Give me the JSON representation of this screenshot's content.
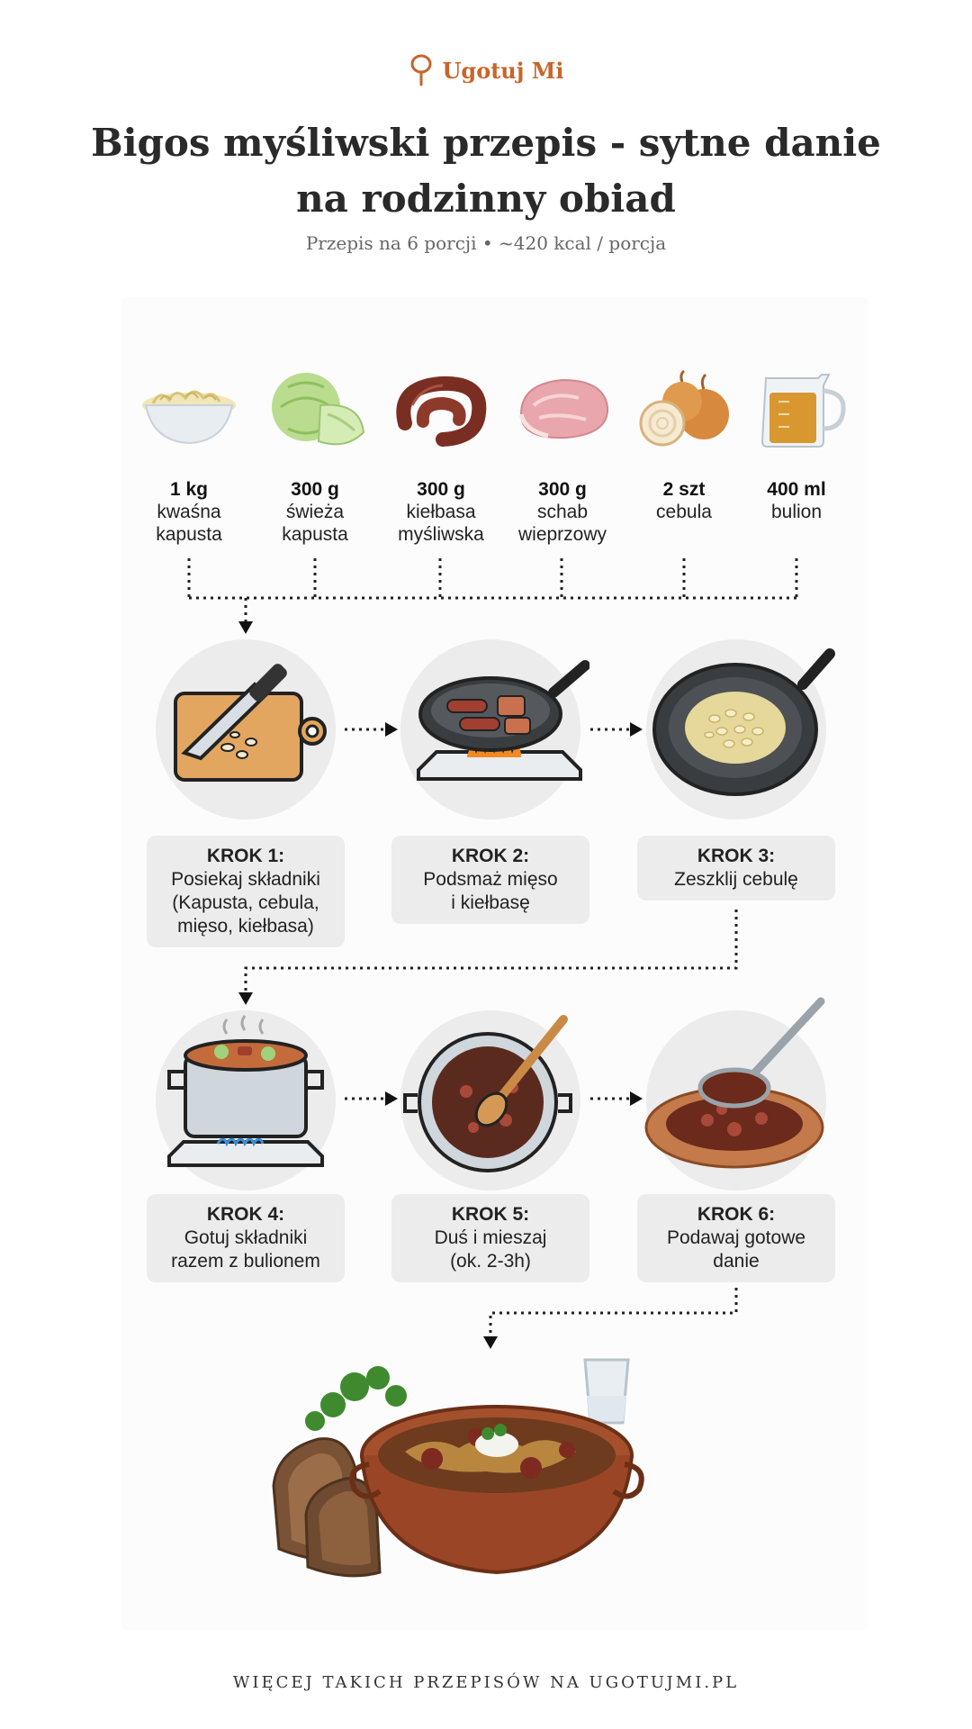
{
  "brand": {
    "name": "Ugotuj Mi",
    "color": "#c8652b",
    "icon": "spoon-icon"
  },
  "title": "Bigos myśliwski przepis - sytne danie na rodzinny obiad",
  "subtitle": "Przepis na 6 porcji • ~420 kcal / porcja",
  "ingredients": [
    {
      "qty": "1 kg",
      "name": "kwaśna\nkapusta",
      "icon": "sauerkraut-bowl-icon"
    },
    {
      "qty": "300 g",
      "name": "świeża\nkapusta",
      "icon": "cabbage-icon"
    },
    {
      "qty": "300 g",
      "name": "kiełbasa\nmyśliwska",
      "icon": "sausage-icon"
    },
    {
      "qty": "300 g",
      "name": "schab\nwieprzowy",
      "icon": "pork-loin-icon"
    },
    {
      "qty": "2 szt",
      "name": "cebula",
      "icon": "onion-icon"
    },
    {
      "qty": "400 ml",
      "name": "bulion",
      "icon": "broth-jug-icon"
    }
  ],
  "steps": [
    {
      "label": "KROK 1:",
      "desc": "Posiekaj składniki\n(Kapusta, cebula,\nmięso, kiełbasa)",
      "icon": "cutting-board-knife-icon"
    },
    {
      "label": "KROK 2:",
      "desc": "Podsmaż mięso\ni kiełbasę",
      "icon": "frying-pan-stove-icon"
    },
    {
      "label": "KROK 3:",
      "desc": "Zeszklij cebulę",
      "icon": "pan-onion-icon"
    },
    {
      "label": "KROK 4:",
      "desc": "Gotuj składniki\nrazem z bulionem",
      "icon": "pot-stove-icon"
    },
    {
      "label": "KROK 5:",
      "desc": "Duś i mieszaj\n(ok. 2-3h)",
      "icon": "pot-spoon-icon"
    },
    {
      "label": "KROK 6:",
      "desc": "Podawaj gotowe\ndanie",
      "icon": "plate-ladle-icon"
    }
  ],
  "final_dish_icon": "bigos-bowl-icon",
  "footer": "WIĘCEJ TAKICH PRZEPISÓW NA UGOTUJMI.PL"
}
